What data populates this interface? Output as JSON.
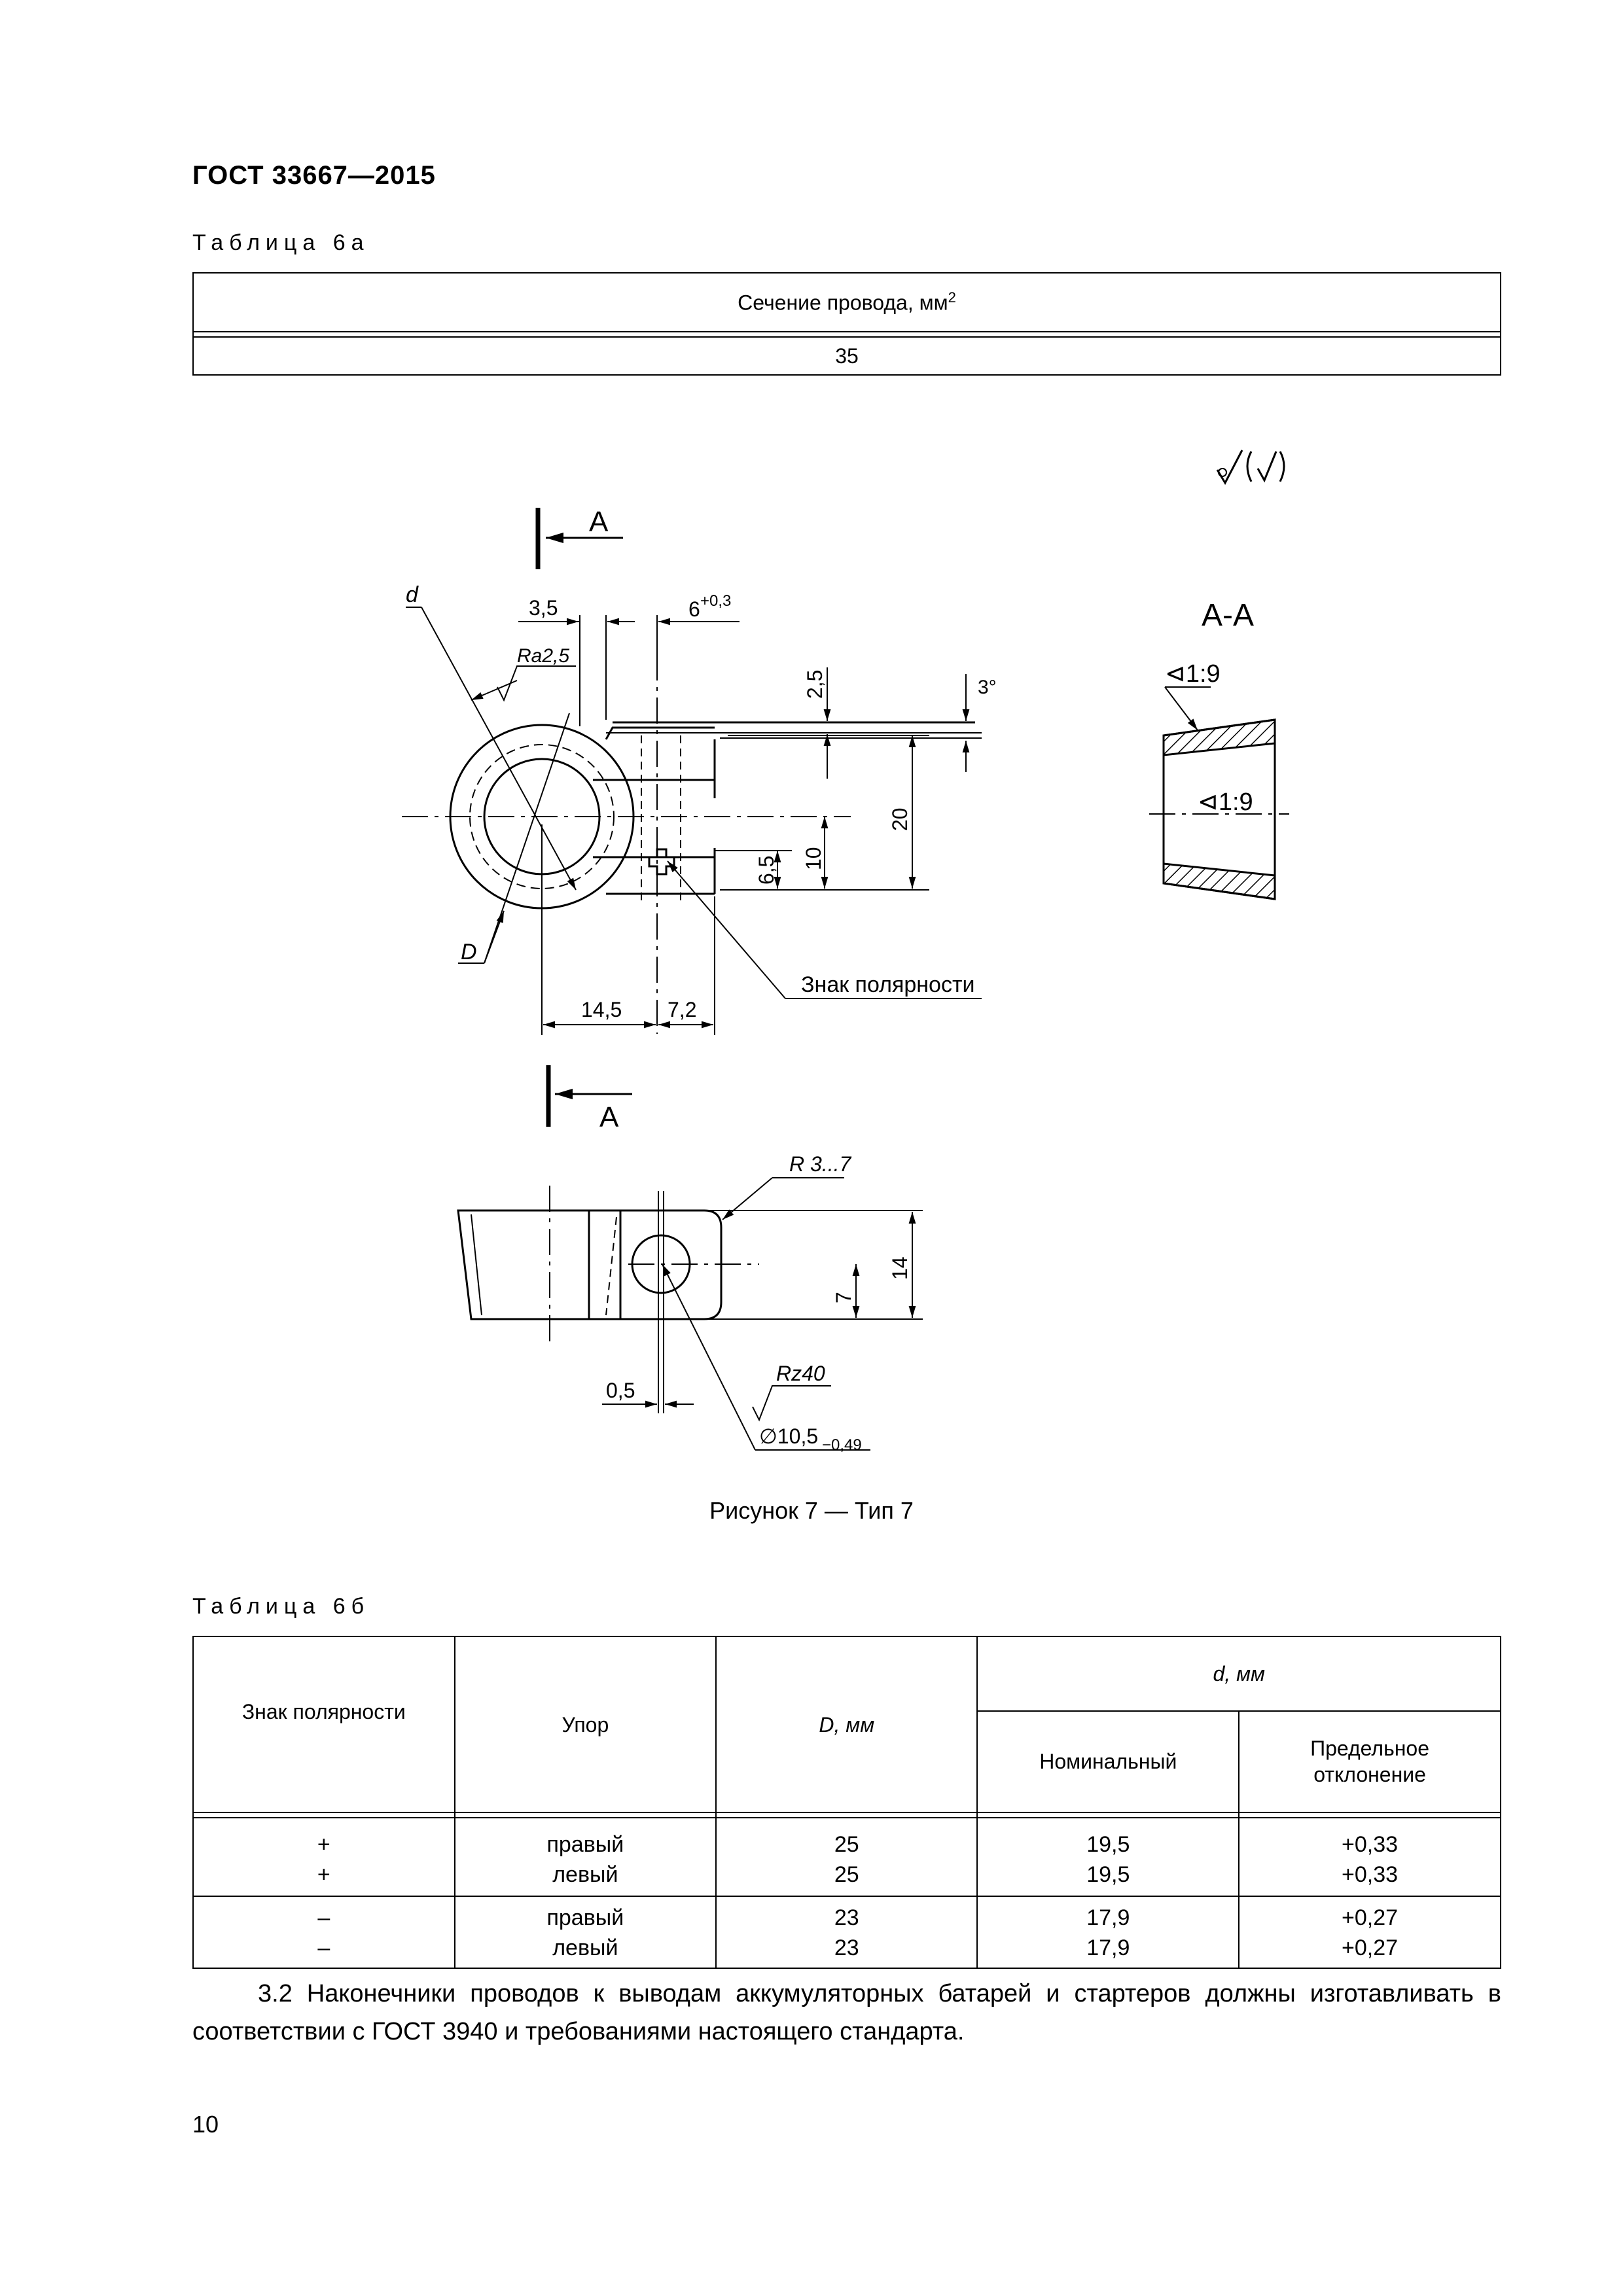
{
  "header": {
    "title": "ГОСТ 33667—2015"
  },
  "table_6a": {
    "caption": "Таблица 6а",
    "header_text": "Сечение провода, мм",
    "header_sup": "2",
    "value": "35"
  },
  "figure": {
    "caption": "Рисунок 7 — Тип 7",
    "roughness_symbol": "√(√)",
    "section_mark": "А",
    "section_title": "А-А",
    "taper_outer": "⊲1:9",
    "taper_inner": "⊲1:9",
    "dim_d": "d",
    "dim_D": "D",
    "dim_3_5": "3,5",
    "dim_6": "6",
    "dim_6_tol": "+0,3",
    "ra": "Ra2,5",
    "dim_2_5": "2,5",
    "angle_3": "3°",
    "dim_20": "20",
    "dim_10": "10",
    "dim_6_5": "6,5",
    "dim_14_5": "14,5",
    "dim_7_2": "7,2",
    "polarity_label": "Знак полярности",
    "radius": "R 3...7",
    "dim_14": "14",
    "dim_7": "7",
    "dim_0_5": "0,5",
    "rz": "Rz40",
    "hole_diam": "∅10,5",
    "hole_tol": "−0,49"
  },
  "table_6b": {
    "caption": "Таблица 6б",
    "headers": {
      "sign": "Знак полярности",
      "stop": "Упор",
      "D": "D, мм",
      "d": "d, мм",
      "nominal": "Номинальный",
      "limit": "Предельное отклонение"
    },
    "rows": [
      {
        "sign": "+",
        "stop": "правый",
        "D": "25",
        "nominal": "19,5",
        "limit": "+0,33"
      },
      {
        "sign": "+",
        "stop": "левый",
        "D": "25",
        "nominal": "19,5",
        "limit": "+0,33"
      },
      {
        "sign": "–",
        "stop": "правый",
        "D": "23",
        "nominal": "17,9",
        "limit": "+0,27"
      },
      {
        "sign": "–",
        "stop": "левый",
        "D": "23",
        "nominal": "17,9",
        "limit": "+0,27"
      }
    ]
  },
  "paragraph": "3.2 Наконечники проводов к выводам аккумуляторных батарей и стартеров должны изготавливать в соответствии с ГОСТ 3940 и требованиями настоящего стандарта.",
  "page_number": "10"
}
